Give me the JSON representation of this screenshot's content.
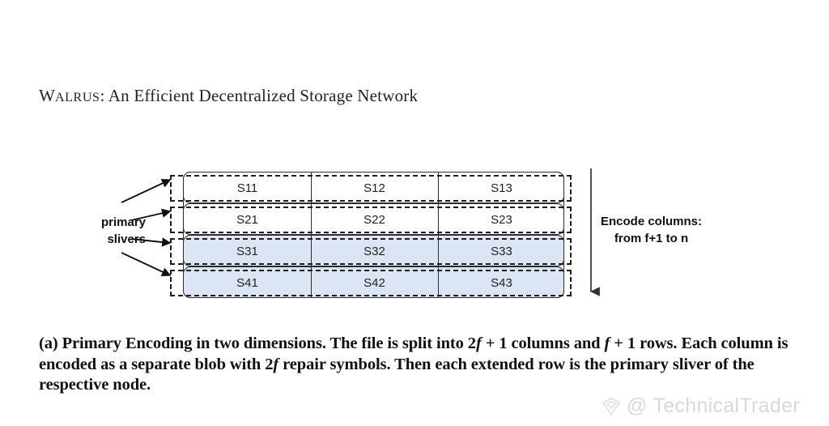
{
  "paper": {
    "title_lead": "W",
    "title_smallcaps": "ALRUS",
    "title_rest": ": An Efficient Decentralized Storage Network"
  },
  "figure": {
    "columns": 3,
    "rows": 4,
    "cells": [
      [
        "S11",
        "S12",
        "S13"
      ],
      [
        "S21",
        "S22",
        "S23"
      ],
      [
        "S31",
        "S32",
        "S33"
      ],
      [
        "S41",
        "S42",
        "S43"
      ]
    ],
    "row_fills": [
      "#ffffff",
      "#ffffff",
      "#dbe5f4",
      "#dbe5f4"
    ],
    "accent_blue": "#dbe5f4",
    "stroke_color": "#2b2b2b",
    "left_annotation": {
      "line1": "primary",
      "line2": "slivers",
      "arrow_count": 4
    },
    "right_annotation": {
      "line1": "Encode columns:",
      "line2": "from f+1 to n",
      "arrow_direction": "down"
    }
  },
  "caption": {
    "label": "(a)",
    "t1": " Primary Encoding in two dimensions. The file is split into ",
    "m1_num": "2",
    "m1_var": "f",
    "m1_tail": " + 1",
    "t2": " columns and ",
    "m2_var": "f",
    "m2_tail": " + 1",
    "t3": " rows. Each column is encoded as a separate blob with ",
    "m3_num": "2",
    "m3_var": "f",
    "t4": " repair symbols. Then each extended row is the primary sliver of the respective node."
  },
  "watermark": {
    "text": "@ TechnicalTrader",
    "color": "#d8d8d8"
  }
}
